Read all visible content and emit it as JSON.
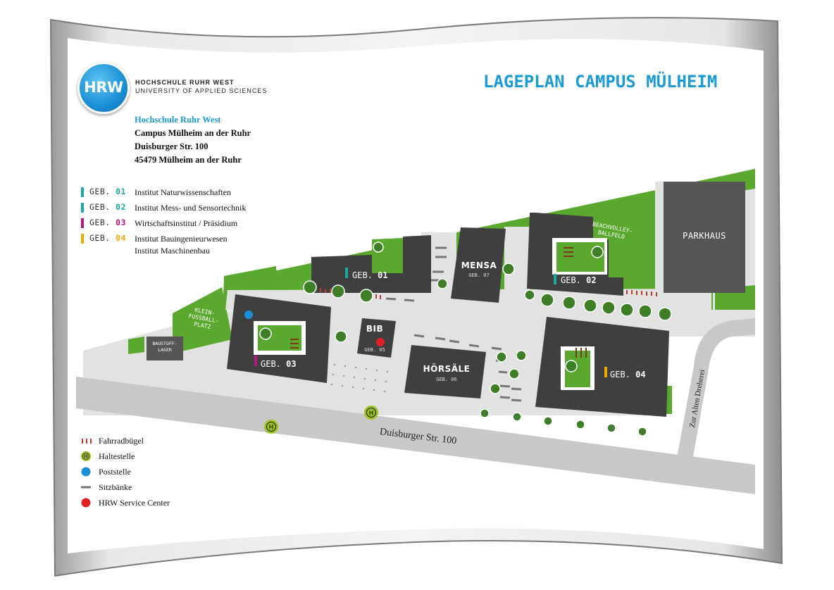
{
  "header": {
    "logo_text": "HRW",
    "school_name": "HOCHSCHULE RUHR WEST",
    "school_sub": "UNIVERSITY OF APPLIED SCIENCES",
    "title": "LAGEPLAN CAMPUS MÜLHEIM"
  },
  "address": {
    "line1": "Hochschule Ruhr West",
    "line2": "Campus Mülheim an der Ruhr",
    "line3": "Duisburger Str. 100",
    "line4": "45479 Mülheim an der Ruhr"
  },
  "buildings_legend": [
    {
      "prefix": "GEB.",
      "num": "01",
      "color": "#1aa9a4",
      "desc": "Institut Naturwissenschaften"
    },
    {
      "prefix": "GEB.",
      "num": "02",
      "color": "#1aa9a4",
      "desc": "Institut Mess- und Sensortechnik"
    },
    {
      "prefix": "GEB.",
      "num": "03",
      "color": "#b5177e",
      "desc": "Wirtschaftsinstitut / Präsidium"
    },
    {
      "prefix": "GEB.",
      "num": "04",
      "color": "#f2a900",
      "desc": "Institut Bauingenieurwesen",
      "desc2": "Institut Maschinenbau"
    }
  ],
  "symbol_legend": [
    {
      "icon": "bike-rack-icon",
      "label": "Fahrradbügel",
      "color": "#c0392b"
    },
    {
      "icon": "bus-stop-icon",
      "label": "Haltestelle",
      "color": "#9dc41a"
    },
    {
      "icon": "mail-dot-icon",
      "label": "Poststelle",
      "color": "#1a8fd6"
    },
    {
      "icon": "bench-icon",
      "label": "Sitzbänke",
      "color": "#777777"
    },
    {
      "icon": "service-dot-icon",
      "label": "HRW Service Center",
      "color": "#e02020"
    }
  ],
  "map": {
    "geb01": {
      "prefix": "GEB.",
      "num": "01"
    },
    "geb02": {
      "prefix": "GEB.",
      "num": "02"
    },
    "geb03": {
      "prefix": "GEB.",
      "num": "03"
    },
    "geb04": {
      "prefix": "GEB.",
      "num": "04"
    },
    "mensa": {
      "name": "MENSA",
      "sub": "GEB. 07"
    },
    "bib": {
      "name": "BIB",
      "sub": "GEB. 05"
    },
    "hoersaele": {
      "name": "HÖRSÄLE",
      "sub": "GEB. 06"
    },
    "parkhaus": "PARKHAUS",
    "beach_l1": "BEACHVOLLEY-",
    "beach_l2": "BALLFELD",
    "klein_l1": "KLEIN-",
    "klein_l2": "FUSSBALL-",
    "klein_l3": "PLATZ",
    "baustoff_l1": "BAUSTOFF-",
    "baustoff_l2": "LAGER",
    "street_main": "Duisburger Str. 100",
    "street_side": "Zur Alten Dreherei"
  },
  "colors": {
    "green": "#5aa82e",
    "building": "#3f3f3f",
    "paved": "#e2e2e2",
    "road": "#c8c8c8",
    "accent": "#1a9bd6"
  }
}
